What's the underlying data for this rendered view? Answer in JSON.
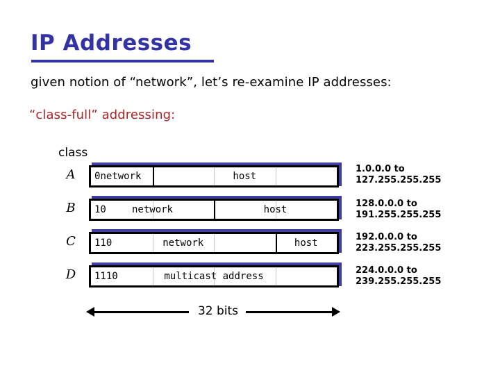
{
  "slide": {
    "title": "IP Addresses",
    "lead_line": "given notion of “network”, let’s re-examine IP addresses:",
    "classfull_line": "“class-full” addressing:",
    "class_caption": "class",
    "bits_label": "32 bits",
    "colors": {
      "title": "#3333a6",
      "classfull": "#ad2222",
      "bar_shadow": "#3f3f9f",
      "bar_border": "#000000",
      "octet_tick": "#c9c9c9"
    }
  },
  "classes": [
    {
      "letter": "A",
      "prefix": "0",
      "network_label": "network",
      "host_label": "host",
      "boundary_percent": 25,
      "range_from": "1.0.0.0 to",
      "range_to": "127.255.255.255"
    },
    {
      "letter": "B",
      "prefix": "10",
      "network_label": "network",
      "host_label": "host",
      "boundary_percent": 50,
      "range_from": "128.0.0.0 to",
      "range_to": "191.255.255.255"
    },
    {
      "letter": "C",
      "prefix": "110",
      "network_label": "network",
      "host_label": "host",
      "boundary_percent": 75,
      "range_from": "192.0.0.0 to",
      "range_to": "223.255.255.255"
    },
    {
      "letter": "D",
      "prefix": "1110",
      "network_label": "multicast address",
      "host_label": "",
      "boundary_percent": 0,
      "range_from": "224.0.0.0 to",
      "range_to": "239.255.255.255"
    }
  ]
}
